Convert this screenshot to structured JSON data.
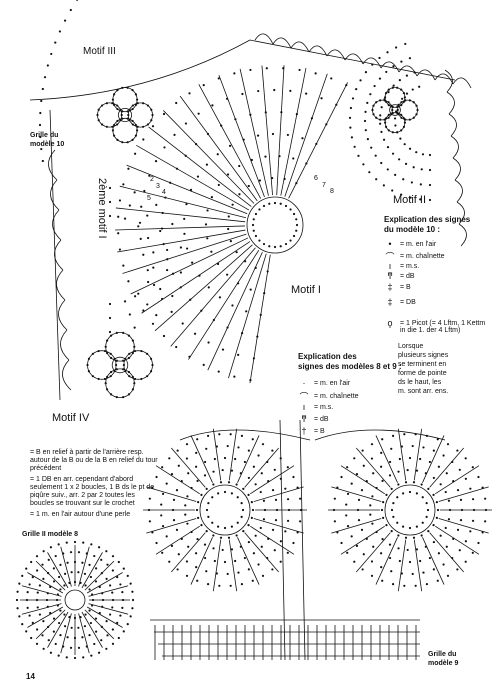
{
  "labels": {
    "motif_iii": "Motif III",
    "grille_10": "Grille du",
    "grille_10b": "modèle 10",
    "motif_2eme": "2ème motif I",
    "motif_i": "Motif I",
    "motif_ii": "Motif II",
    "motif_iv": "Motif IV",
    "grille_ii_8": "Grille II modèle 8",
    "grille_9a": "Grille du",
    "grille_9b": "modèle 9",
    "page_number": "14"
  },
  "legend10": {
    "title1": "Explication des signes",
    "title2": "du modèle 10 :",
    "items": [
      {
        "sym": "•",
        "text": "= m. en l'air"
      },
      {
        "sym": "⌒",
        "text": "= m. chaînette"
      },
      {
        "sym": "ı",
        "text": "= m.s."
      },
      {
        "sym": "ͳ",
        "text": "= dB"
      },
      {
        "sym": "‡",
        "text": "= B"
      },
      {
        "sym": "‡",
        "text": "= DB"
      },
      {
        "sym": "ϙ",
        "text": "= 1 Picot (= 4 Lftm, 1 Kettm"
      },
      {
        "sym": "",
        "text": "in die 1. der 4 Lftm)"
      }
    ]
  },
  "note_right": [
    "Lorsque",
    "plusieurs signes",
    "se terminent en",
    "forme de pointe",
    "ds le haut, les",
    "m. sont arr. ens."
  ],
  "legend89": {
    "title1": "Explication des",
    "title2": "signes des modèles 8 et 9 :",
    "items": [
      {
        "sym": "·",
        "text": "= m. en l'air"
      },
      {
        "sym": "⌒",
        "text": "= m. chaînette"
      },
      {
        "sym": "ı",
        "text": "= m.s."
      },
      {
        "sym": "ͳ",
        "text": "= dB"
      },
      {
        "sym": "†",
        "text": "= B"
      }
    ]
  },
  "left_notes": {
    "n1": [
      "= B en relief à partir de l'arrière resp.",
      "autour de la B ou de la B en relief du tour",
      "précédent"
    ],
    "n2": [
      "= 1 DB en arr. cependant d'abord",
      "seulement 1 x 2 boucles, 1 B ds le pt de",
      "piqûre suiv., arr. 2 par 2 toutes les",
      "boucles se trouvant sur le crochet"
    ],
    "n3": [
      "= 1 m. en l'air autour d'une perle"
    ]
  },
  "diagram_numbers": [
    "2",
    "3",
    "4",
    "5",
    "6",
    "7",
    "8"
  ]
}
